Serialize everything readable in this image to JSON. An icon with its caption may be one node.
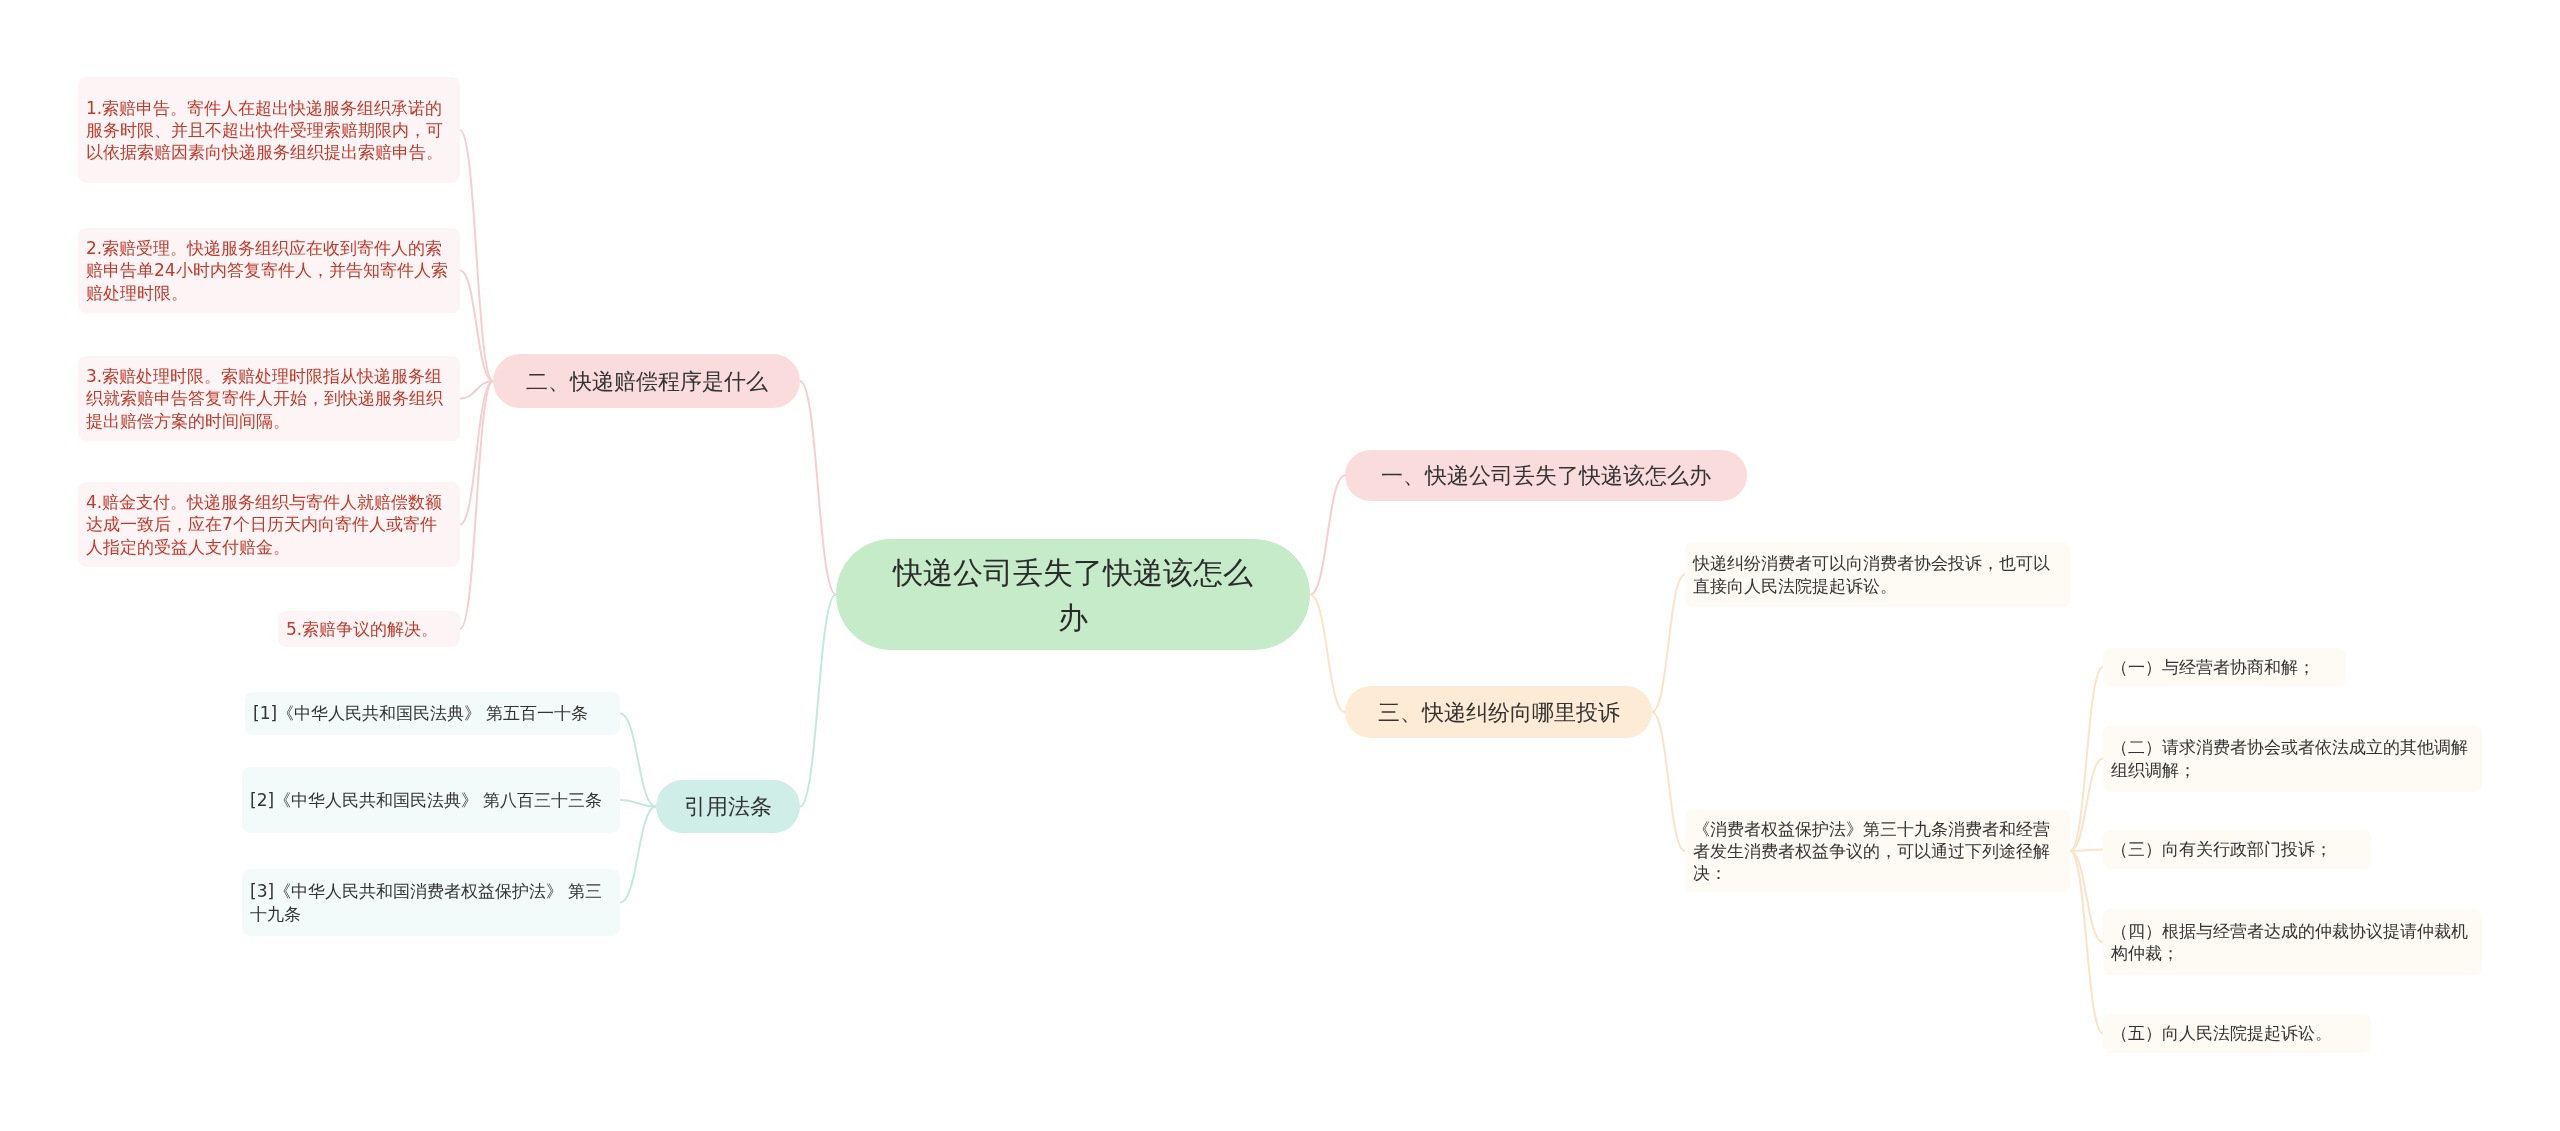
{
  "diagram": {
    "nodes": [
      {
        "text": [
          "快递公司丢失了快递该怎么办"
        ]
      },
      {
        "text": [
          "二、快递赔偿程序是什么"
        ]
      },
      {
        "text": [
          "1.索赔申告。寄件人在超出快递服务组织承诺的服务时限、并且不超出快件受理索赔期限内，可以依据索赔因素向快递服务组织提出索赔申告。"
        ]
      },
      {
        "text": [
          "2.索赔受理。快递服务组织应在收到寄件人的索赔申告单24小时内答复寄件人，并告知寄件人索赔处理时限。"
        ]
      },
      {
        "text": [
          "3.索赔处理时限。索赔处理时限指从快递服务组织就索赔申告答复寄件人开始，到快递服务组织提出赔偿方案的时间间隔。"
        ]
      },
      {
        "text": [
          "4.赔金支付。快递服务组织与寄件人就赔偿数额达成一致后，应在7个日历天内向寄件人或寄件人指定的受益人支付赔金。"
        ]
      },
      {
        "text": [
          "5.索赔争议的解决。"
        ]
      },
      {
        "text": [
          "一、快递公司丢失了快递该怎么办"
        ]
      },
      {
        "text": [
          "三、快递纠纷向哪里投诉"
        ]
      },
      {
        "text": [
          "快递纠纷消费者可以向消费者协会投诉，也可以直接向人民法院提起诉讼。"
        ]
      },
      {
        "text": [
          "《消费者权益保护法》第三十九条消费者和经营者发生消费者权益争议的，可以通过下列途径解决："
        ]
      },
      {
        "text": [
          "（一）与经营者协商和解；"
        ]
      },
      {
        "text": [
          "（二）请求消费者协会或者依法成立的其他调解组织调解；"
        ]
      },
      {
        "text": [
          "（三）向有关行政部门投诉；"
        ]
      },
      {
        "text": [
          "（四）根据与经营者达成的仲裁协议提请仲裁机构仲裁；"
        ]
      },
      {
        "text": [
          "（五）向人民法院提起诉讼。"
        ]
      },
      {
        "text": [
          "引用法条"
        ]
      },
      {
        "text": [
          "[1]《中华人民共和国民法典》 第五百一十条"
        ]
      },
      {
        "text": [
          "[2]《中华人民共和国民法典》 第八百三十三条"
        ]
      },
      {
        "text": [
          "[3]《中华人民共和国消费者权益保护法》 第三十九条"
        ]
      }
    ],
    "edges": [
      {
        "from": 0,
        "to": 1,
        "arrow": "none",
        "color": "#f5cfcf"
      },
      {
        "from": 1,
        "to": 2,
        "arrow": "none",
        "color": "#f5cfcf"
      },
      {
        "from": 1,
        "to": 3,
        "arrow": "none",
        "color": "#f5cfcf"
      },
      {
        "from": 1,
        "to": 4,
        "arrow": "none",
        "color": "#f5cfcf"
      },
      {
        "from": 1,
        "to": 5,
        "arrow": "none",
        "color": "#f5cfcf"
      },
      {
        "from": 1,
        "to": 6,
        "arrow": "none",
        "color": "#f5cfcf"
      },
      {
        "from": 0,
        "to": 7,
        "arrow": "none",
        "color": "#f5cfcf"
      },
      {
        "from": 0,
        "to": 8,
        "arrow": "none"
      },
      {
        "from": 8,
        "to": 9,
        "arrow": "none"
      },
      {
        "from": 8,
        "to": 10,
        "arrow": "none"
      },
      {
        "from": 10,
        "to": 11,
        "arrow": "none"
      },
      {
        "from": 10,
        "to": 12,
        "arrow": "none"
      },
      {
        "from": 10,
        "to": 13,
        "arrow": "none"
      },
      {
        "from": 10,
        "to": 14,
        "arrow": "none"
      },
      {
        "from": 10,
        "to": 15,
        "arrow": "none"
      },
      {
        "from": 0,
        "to": 16,
        "arrow": "none",
        "color": "#c4e8e0"
      },
      {
        "from": 16,
        "to": 17,
        "arrow": "none",
        "color": "#c4e8e0"
      },
      {
        "from": 16,
        "to": 18,
        "arrow": "none",
        "color": "#c4e8e0"
      },
      {
        "from": 16,
        "to": 19,
        "arrow": "none",
        "color": "#c4e8e0"
      }
    ]
  }
}
